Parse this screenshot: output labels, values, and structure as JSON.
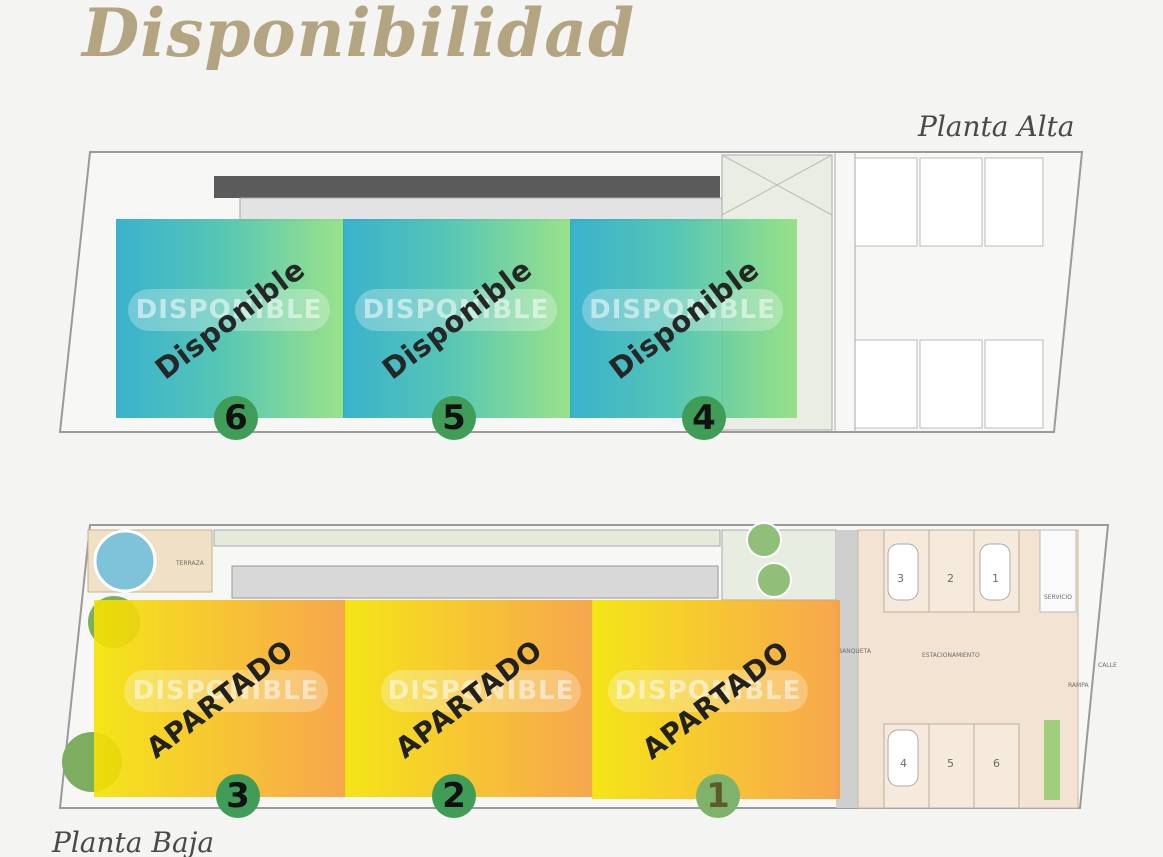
{
  "header": {
    "title": "Disponibilidad"
  },
  "floors": {
    "upper_label": "Planta Alta",
    "lower_label": "Planta Baja"
  },
  "plan_background_label": "DISPONIBLE",
  "upper_units": [
    {
      "number": "6",
      "status": "Disponible"
    },
    {
      "number": "5",
      "status": "Disponible"
    },
    {
      "number": "4",
      "status": "Disponible"
    }
  ],
  "lower_units": [
    {
      "number": "3",
      "status": "APARTADO"
    },
    {
      "number": "2",
      "status": "APARTADO"
    },
    {
      "number": "1",
      "status": "APARTADO"
    }
  ],
  "parking": {
    "spots": [
      "3",
      "2",
      "1",
      "4",
      "5",
      "6"
    ],
    "area_label": "ESTACIONAMIENTO",
    "street_label": "CALLE",
    "ramp_label": "RAMPA",
    "sidewalk_label": "BANQUETA",
    "service_label": "SERVICIO",
    "terrace_label": "TERRAZA"
  },
  "colors": {
    "available_gradient": [
      "#20a9c8",
      "#8ee07c"
    ],
    "reserved_gradient": [
      "#f4e400",
      "#f79e3c"
    ],
    "badge": "#3f9d57",
    "title": "#b3a582"
  }
}
